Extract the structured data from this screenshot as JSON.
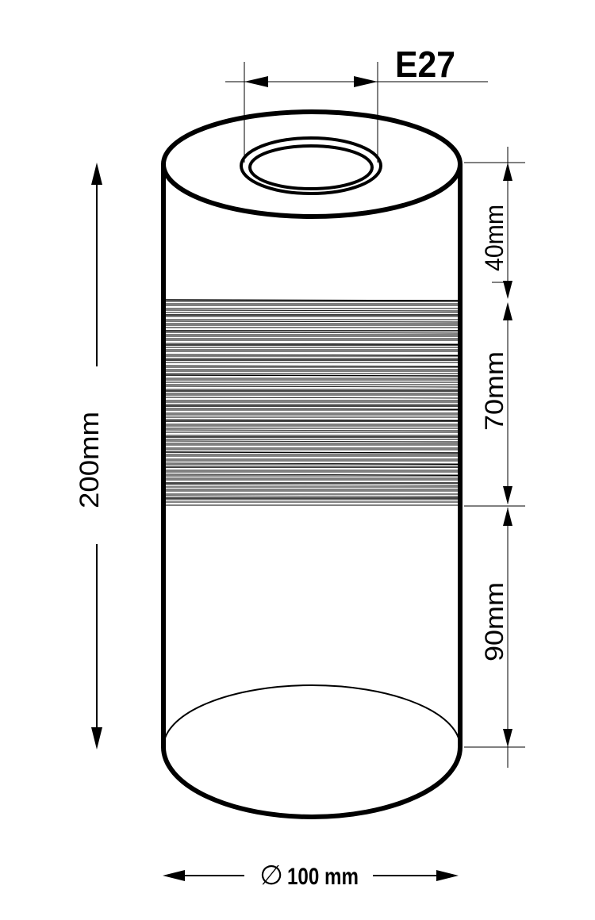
{
  "socket_label": "E27",
  "dimensions": {
    "height_total": "200mm",
    "top_section": "40mm",
    "middle_section": "70mm",
    "bottom_section": "90mm",
    "diameter": "100 mm"
  },
  "symbols": {
    "diameter_symbol": "∅"
  },
  "colors": {
    "stroke": "#000000",
    "background": "#ffffff"
  }
}
